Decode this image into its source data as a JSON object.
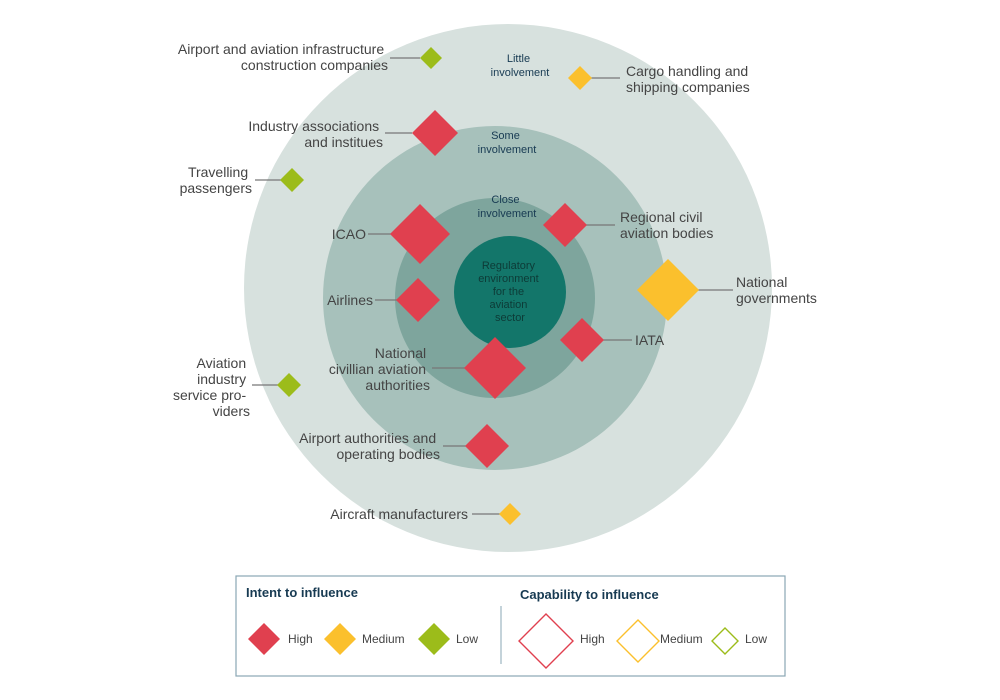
{
  "colors": {
    "high": "#e0404f",
    "medium": "#fbc02d",
    "low": "#9cbc1a",
    "ring_outer": "#d7e1de",
    "ring_some": "#a7c1bb",
    "ring_close": "#7ea59d",
    "core": "#13766a"
  },
  "core": {
    "lines": [
      "Regulatory",
      "environment",
      "for the",
      "aviation",
      "sector"
    ]
  },
  "zones": {
    "little": [
      "Little",
      "involvement"
    ],
    "some": [
      "Some",
      "involvement"
    ],
    "close": [
      "Close",
      "involvement"
    ]
  },
  "stakeholders": [
    {
      "id": "infra-construction",
      "lines": [
        "Airport and aviation infrastructure",
        "construction companies"
      ],
      "intent": "low"
    },
    {
      "id": "cargo-handling",
      "lines": [
        "Cargo handling and",
        "shipping companies"
      ],
      "intent": "medium"
    },
    {
      "id": "industry-associations",
      "lines": [
        "Industry associations",
        "and institues"
      ],
      "intent": "high"
    },
    {
      "id": "travelling-passengers",
      "lines": [
        "Travelling",
        "passengers"
      ],
      "intent": "low"
    },
    {
      "id": "icao",
      "lines": [
        "ICAO"
      ],
      "intent": "high"
    },
    {
      "id": "regional-civil",
      "lines": [
        "Regional civil",
        "aviation bodies"
      ],
      "intent": "high"
    },
    {
      "id": "national-governments",
      "lines": [
        "National",
        "governments"
      ],
      "intent": "medium"
    },
    {
      "id": "airlines",
      "lines": [
        "Airlines"
      ],
      "intent": "high"
    },
    {
      "id": "iata",
      "lines": [
        "IATA"
      ],
      "intent": "high"
    },
    {
      "id": "national-civilian",
      "lines": [
        "National",
        "civillian aviation",
        "authorities"
      ],
      "intent": "high"
    },
    {
      "id": "service-providers",
      "lines": [
        "Aviation",
        "industry",
        "service pro-",
        "viders"
      ],
      "intent": "low"
    },
    {
      "id": "airport-authorities",
      "lines": [
        "Airport authorities and",
        "operating bodies"
      ],
      "intent": "high"
    },
    {
      "id": "aircraft-manufacturers",
      "lines": [
        "Aircraft manufacturers"
      ],
      "intent": "medium"
    }
  ],
  "legend": {
    "intent": {
      "title": "Intent to influence",
      "items": [
        {
          "label": "High",
          "level": "high"
        },
        {
          "label": "Medium",
          "level": "medium"
        },
        {
          "label": "Low",
          "level": "low"
        }
      ]
    },
    "capability": {
      "title": "Capability to influence",
      "items": [
        {
          "label": "High",
          "level": "high"
        },
        {
          "label": "Medium",
          "level": "medium"
        },
        {
          "label": "Low",
          "level": "low"
        }
      ]
    }
  }
}
